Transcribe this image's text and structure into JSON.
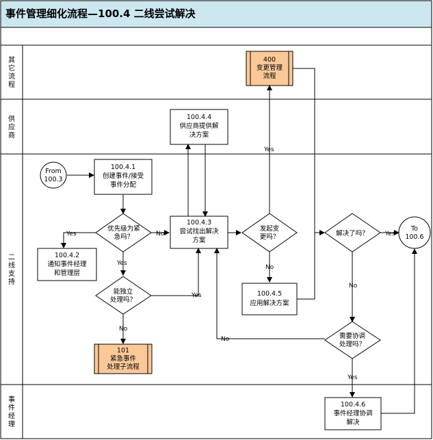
{
  "title": "事件管理细化流程—100.4 二线尝试解决",
  "lanes": [
    {
      "id": "other",
      "label": [
        "其它",
        "流程"
      ]
    },
    {
      "id": "supplier",
      "label": [
        "供应",
        "商"
      ]
    },
    {
      "id": "line2",
      "label": [
        "二线支持"
      ]
    },
    {
      "id": "manager",
      "label": [
        "事件",
        "经理"
      ]
    }
  ],
  "nodes": {
    "n400": {
      "lines": [
        "400",
        "变更管理",
        "流程"
      ]
    },
    "n1044": {
      "lines": [
        "100.4.4",
        "供应商提供解",
        "决方案"
      ]
    },
    "from": {
      "lines": [
        "From",
        "100.3"
      ]
    },
    "n1041": {
      "lines": [
        "100.4.1",
        "创建事件/接受",
        "事件分配"
      ]
    },
    "d_priority": {
      "lines": [
        "优先级为紧",
        "急吗？"
      ]
    },
    "n1043": {
      "lines": [
        "100.4.3",
        "尝试找出解决",
        "方案"
      ]
    },
    "d_change": {
      "lines": [
        "发起变",
        "更吗？"
      ]
    },
    "d_resolved": {
      "lines": [
        "解决了吗？"
      ]
    },
    "to": {
      "lines": [
        "To",
        "100.6"
      ]
    },
    "n1042": {
      "lines": [
        "100.4.2",
        "通知事件经理",
        "和管理层"
      ]
    },
    "d_indep": {
      "lines": [
        "能独立",
        "处理吗？"
      ]
    },
    "n1045": {
      "lines": [
        "100.4.5",
        "应用解决方案"
      ]
    },
    "d_coord": {
      "lines": [
        "需要协调",
        "处理吗？"
      ]
    },
    "n101": {
      "lines": [
        "101",
        "紧急事件",
        "处理子流程"
      ]
    },
    "n1046": {
      "lines": [
        "100.4.6",
        "事件经理协调",
        "解决"
      ]
    }
  },
  "edge_labels": {
    "change_yes": "Yes",
    "priority_yes": "Yes",
    "priority_no": "No",
    "resolved_yes": "Yes",
    "priority_down_yes": "Yes",
    "change_no": "No",
    "indep_yes": "Yes",
    "resolved_no": "No",
    "indep_no": "No",
    "coord_no": "No",
    "coord_yes": "Yes"
  },
  "colors": {
    "title_bg": "#cde7f0",
    "orange": "#fbc898",
    "line": "#000000"
  }
}
